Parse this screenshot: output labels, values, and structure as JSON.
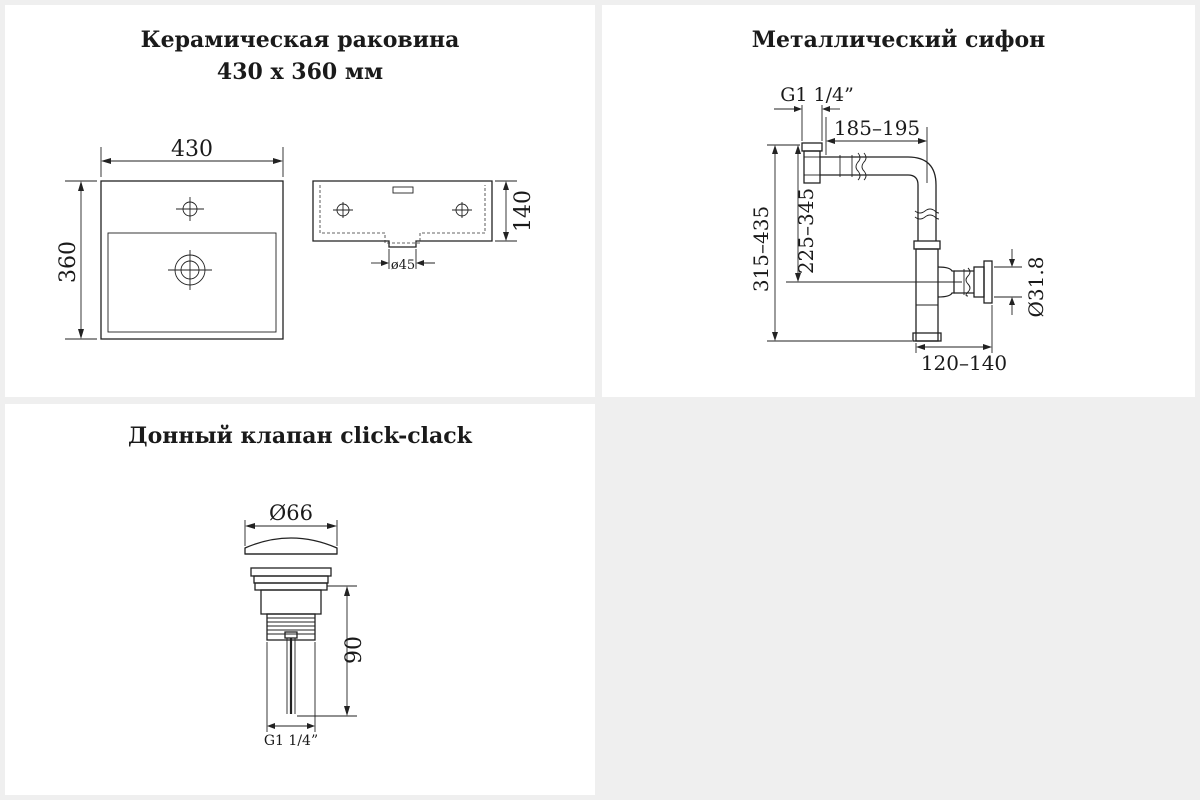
{
  "sink": {
    "title_line1": "Керамическая раковина",
    "title_line2": "430 x 360 мм",
    "dim_width": "430",
    "dim_depth": "360",
    "dim_height": "140",
    "dim_outlet": "ø45"
  },
  "siphon": {
    "title": "Металлический сифон",
    "dim_thread": "G1 1/4”",
    "dim_horizontal": "185–195",
    "dim_total_height": "315–435",
    "dim_inlet_height": "225–345",
    "dim_outlet_diameter": "Ø31.8",
    "dim_wall_offset": "120–140"
  },
  "valve": {
    "title": "Донный клапан click-clack",
    "dim_cap_diameter": "Ø66",
    "dim_height": "90",
    "dim_thread": "G1 1/4”"
  }
}
